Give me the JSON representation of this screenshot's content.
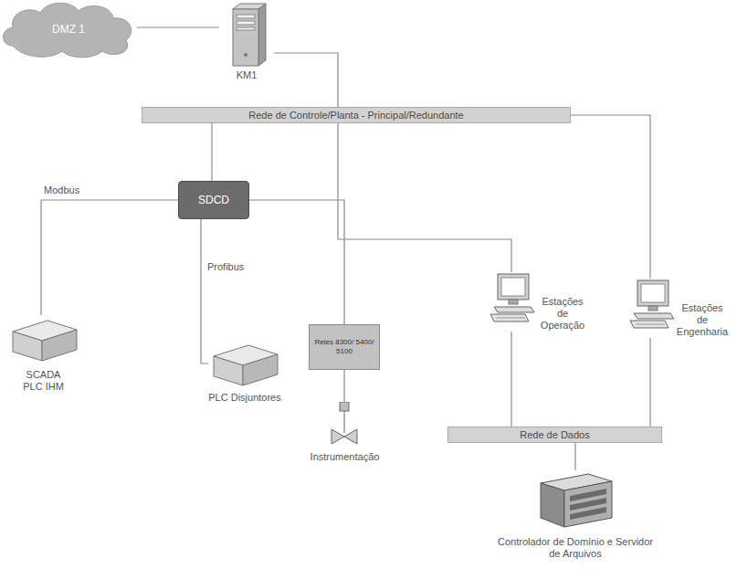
{
  "diagram": {
    "nodes": [
      {
        "text": [
          "DMZ 1"
        ]
      },
      {
        "text": [
          "KM1"
        ]
      },
      {
        "text": [
          "Rede de Controle/Planta - Principal/Redundante"
        ]
      },
      {
        "text": [
          "Estações de Operação"
        ]
      },
      {
        "text": [
          "Estações de Engenharia"
        ]
      },
      {
        "text": [
          "SDCD"
        ]
      },
      {
        "text": [
          "SCADA PLC IHM"
        ]
      },
      {
        "text": [
          "PLC Disjuntores"
        ]
      },
      {
        "text": [
          "Relés 8300/ 5400/ 5100"
        ]
      },
      {
        "text": [
          "Instrumentação"
        ]
      },
      {
        "text": [
          "Rede de Dados"
        ]
      },
      {
        "text": [
          "Controlador de Domínio e Servidor de Arquivos"
        ]
      }
    ],
    "edges": [
      {
        "from": 0,
        "to": 1,
        "arrow": "none"
      },
      {
        "from": 1,
        "to": 2,
        "arrow": "none"
      },
      {
        "from": 2,
        "to": 5,
        "arrow": "none"
      },
      {
        "from": 2,
        "to": 3,
        "arrow": "none"
      },
      {
        "from": 2,
        "to": 4,
        "arrow": "none"
      },
      {
        "from": 5,
        "to": 6,
        "arrow": "none"
      },
      {
        "from": 5,
        "to": 7,
        "arrow": "none"
      },
      {
        "from": 5,
        "to": 8,
        "arrow": "none"
      },
      {
        "from": 8,
        "to": 9,
        "arrow": "none"
      },
      {
        "from": 3,
        "to": 10,
        "arrow": "none"
      },
      {
        "from": 4,
        "to": 10,
        "arrow": "none"
      },
      {
        "from": 10,
        "to": 11,
        "arrow": "none"
      }
    ],
    "labels": [
      "Modbus",
      "Profibus"
    ]
  }
}
